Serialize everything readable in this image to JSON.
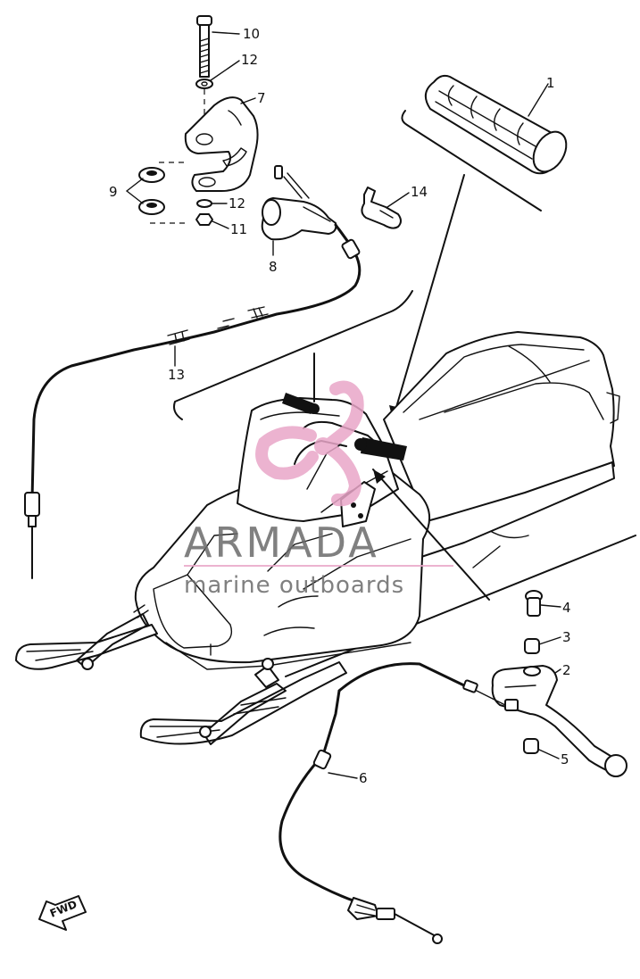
{
  "diagram": {
    "callouts": {
      "c1": "1",
      "c2": "2",
      "c3": "3",
      "c4": "4",
      "c5": "5",
      "c6": "6",
      "c7": "7",
      "c8": "8",
      "c9": "9",
      "c10": "10",
      "c11": "11",
      "c12a": "12",
      "c12b": "12",
      "c13": "13",
      "c14": "14"
    },
    "fwd_label": "FWD"
  },
  "watermark": {
    "brand": "ARMADA",
    "tagline": "marine outboards",
    "colors": {
      "logo_pink": "#e9a6c8",
      "text_gray": "#6b6b6b"
    }
  }
}
